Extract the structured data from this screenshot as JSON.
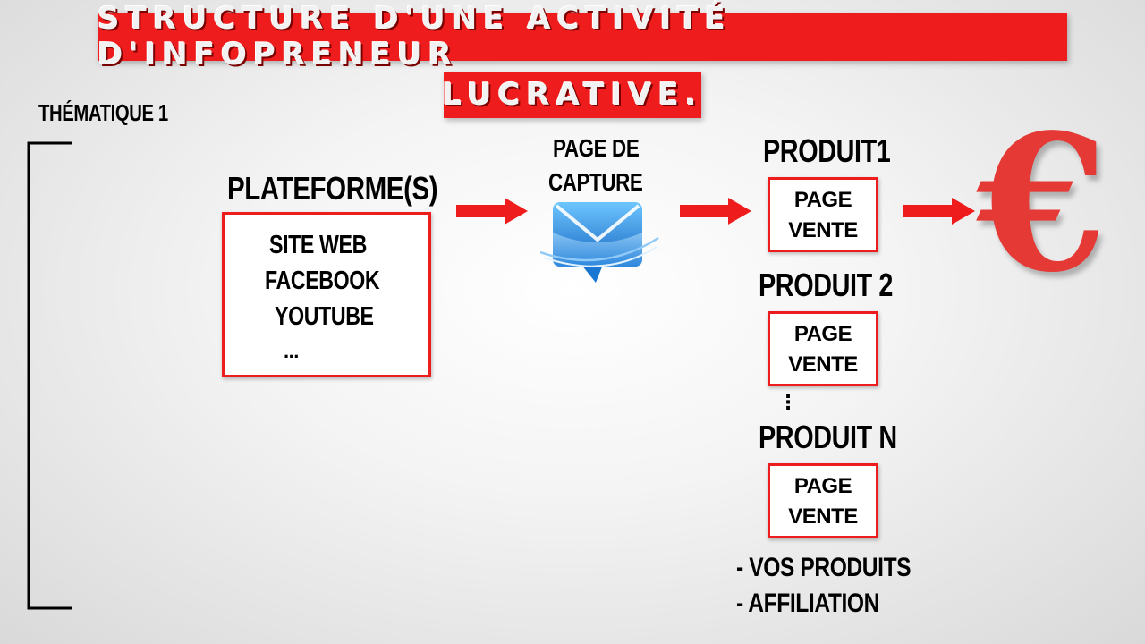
{
  "title": {
    "line1": "STRUCTURE D'UNE ACTIVITÉ D'INFOPRENEUR",
    "line2": "LUCRATIVE."
  },
  "thematique_label": "THÉMATIQUE 1",
  "platform": {
    "heading": "PLATEFORME(S)",
    "items": [
      "SITE WEB",
      "FACEBOOK",
      "YOUTUBE",
      "..."
    ]
  },
  "capture": {
    "line1": "PAGE DE",
    "line2": "CAPTURE",
    "icon": "email-envelope-icon"
  },
  "products": [
    {
      "name": "PRODUIT1",
      "page_line1": "PAGE",
      "page_line2": "VENTE"
    },
    {
      "name": "PRODUIT 2",
      "page_line1": "PAGE",
      "page_line2": "VENTE"
    },
    {
      "name": "PRODUIT N",
      "page_line1": "PAGE",
      "page_line2": "VENTE"
    }
  ],
  "ellipsis_vertical": "⋮",
  "notes": [
    "- VOS PRODUITS",
    "- AFFILIATION"
  ],
  "euro_symbol": "€",
  "colors": {
    "accent_red": "#ee1c1c",
    "euro_red": "#e53935",
    "email_blue": "#1e88e5"
  }
}
